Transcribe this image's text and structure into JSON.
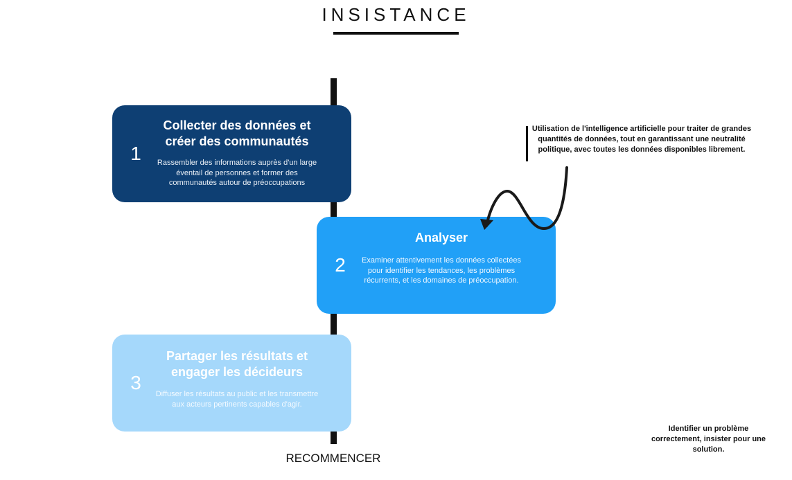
{
  "title": "INSISTANCE",
  "steps": [
    {
      "number": "1",
      "title": "Collecter des données et créer des communautés",
      "description": "Rassembler des informations auprès d'un large éventail de personnes et former des communautés autour de préoccupations",
      "color": "#0e3f73"
    },
    {
      "number": "2",
      "title": "Analyser",
      "description": "Examiner attentivement les données collectées pour identifier les tendances, les problèmes récurrents, et les domaines de préoccupation.",
      "color": "#21a0f7"
    },
    {
      "number": "3",
      "title": "Partager les résultats et engager les décideurs",
      "description": "Diffuser les résultats au public et les transmettre aux acteurs pertinents capables d'agir.",
      "color": "#a5d8fb"
    }
  ],
  "notes": {
    "ai_note": "Utilisation de l'intelligence artificielle pour traiter de grandes quantités de données, tout en garantissant une neutralité politique, avec toutes les données disponibles librement.",
    "problem_note": "Identifier un problème correctement, insister pour une solution."
  },
  "restart_label": "RECOMMENCER"
}
